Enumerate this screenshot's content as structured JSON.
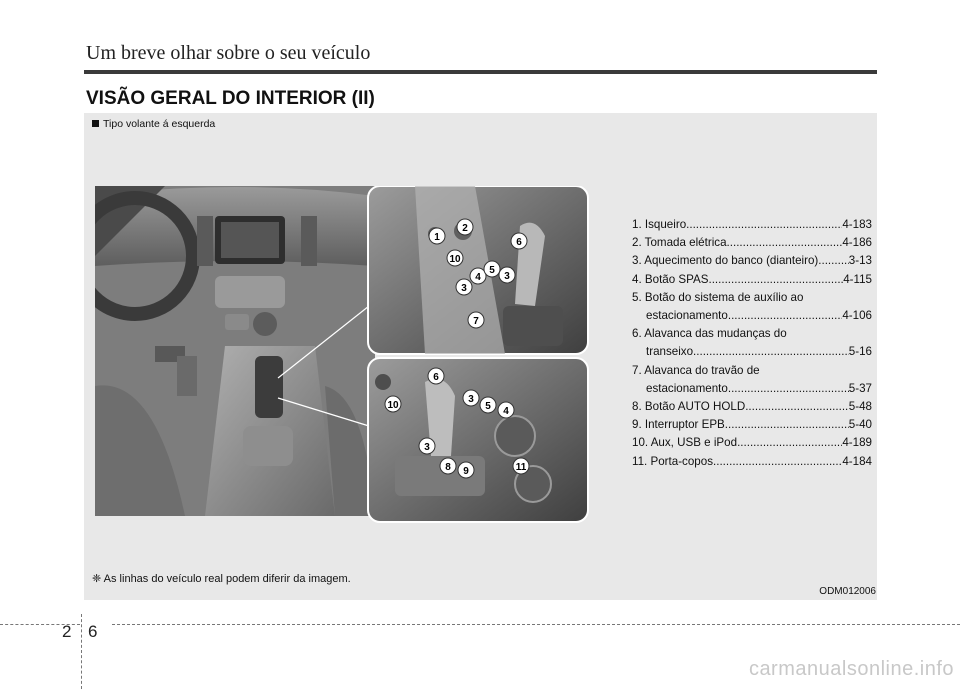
{
  "header": {
    "title": "Um breve olhar sobre o seu veículo"
  },
  "section": {
    "title": "VISÃO GERAL DO INTERIOR (II)"
  },
  "panel": {
    "note": "Tipo volante á esquerda",
    "footnote": "❈ As linhas do veículo real podem diferir da imagem.",
    "image_code": "ODM012006"
  },
  "callouts": {
    "top": [
      "1",
      "2",
      "6",
      "10",
      "4",
      "5",
      "3",
      "3",
      "7"
    ],
    "bottom": [
      "6",
      "10",
      "3",
      "5",
      "4",
      "3",
      "8",
      "9",
      "11"
    ]
  },
  "items": [
    {
      "line1": "1. Isqueiro",
      "page": "4-183"
    },
    {
      "line1": "2. Tomada elétrica",
      "page": "4-186"
    },
    {
      "line1": "3. Aquecimento do banco (dianteiro)",
      "page": "3-13"
    },
    {
      "line1": "4. Botão SPAS",
      "page": "4-115"
    },
    {
      "line1": "5. Botão do sistema de auxílio ao",
      "line2": "estacionamento",
      "page": "4-106"
    },
    {
      "line1": "6. Alavanca das mudanças do",
      "line2": "transeixo",
      "page": "5-16"
    },
    {
      "line1": "7. Alavanca do travão de",
      "line2": "estacionamento",
      "page": "5-37"
    },
    {
      "line1": "8. Botão AUTO HOLD",
      "page": "5-48"
    },
    {
      "line1": "9. Interruptor EPB",
      "page": "5-40"
    },
    {
      "line1": "10. Aux, USB e iPod",
      "page": "4-189"
    },
    {
      "line1": "11. Porta-copos",
      "page": "4-184"
    }
  ],
  "footer": {
    "chapter": "2",
    "page": "6",
    "watermark": "carmanualsonline.info"
  },
  "colors": {
    "panel_bg": "#e8e8e8",
    "rule": "#3a3a3a",
    "callout_fill": "#ffffff"
  }
}
